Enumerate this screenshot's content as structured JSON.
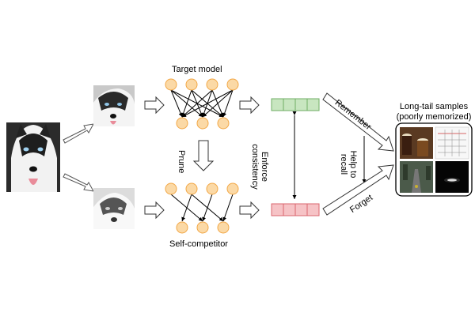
{
  "labels": {
    "target_model": "Target model",
    "self_competitor": "Self-competitor",
    "prune": "Prune",
    "enforce_line1": "Enforce",
    "enforce_line2": "consistency",
    "remember": "Remember",
    "forget": "Forget",
    "help_line1": "Help to",
    "help_line2": "recall",
    "longtail_line1": "Long-tail samples",
    "longtail_line2": "(poorly memorized)"
  },
  "colors": {
    "neuron_fill": "#fbd9a6",
    "neuron_stroke": "#f2a745",
    "neuron_active": "#000000",
    "target_output_fill": "#c8e6c0",
    "target_output_stroke": "#6fae64",
    "competitor_output_fill": "#f6c3c6",
    "competitor_output_stroke": "#d9666e"
  },
  "icons": {
    "input_image": "husky-dog-photo",
    "aug_color": "husky-closeup-color-photo",
    "aug_gray": "husky-closeup-grayscale-photo",
    "longtail_grid": "longtail-sample-thumbnails"
  }
}
